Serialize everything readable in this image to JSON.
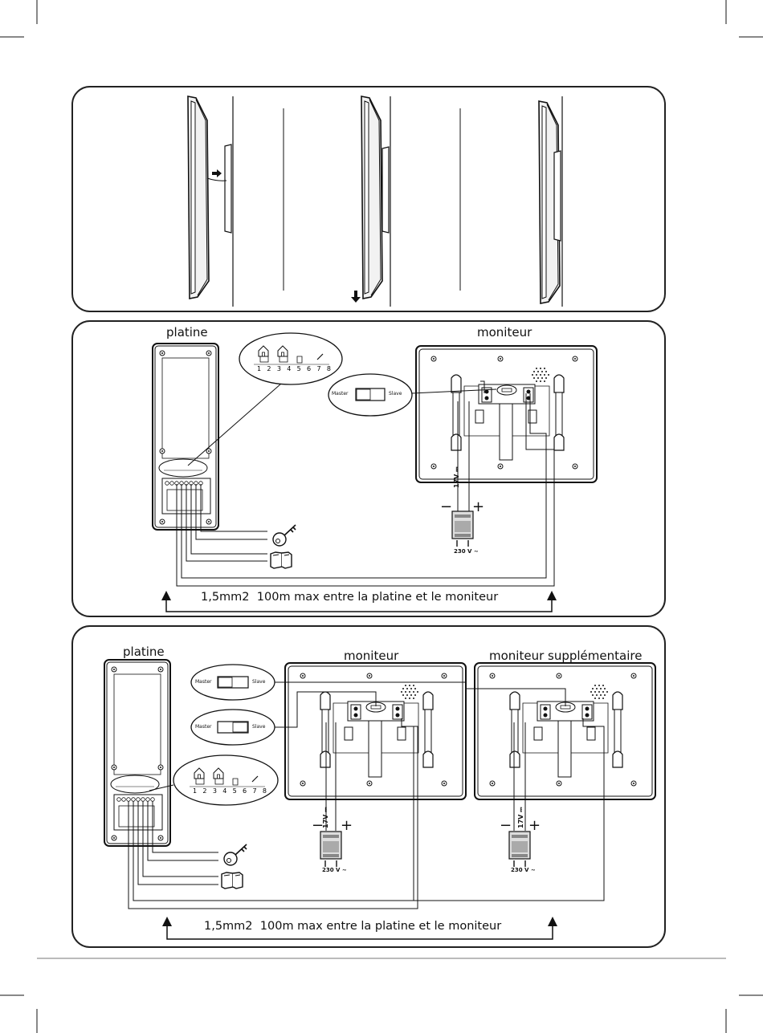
{
  "panel_mount": {},
  "panel_single": {
    "platine_label": "platine",
    "moniteur_label": "moniteur",
    "switch": {
      "master": "Master",
      "slave": "Slave"
    },
    "terminal_numbers": [
      "1",
      "2",
      "3",
      "4",
      "5",
      "6",
      "7",
      "8"
    ],
    "psu": {
      "voltage_dc": "17V",
      "dc_symbol": "⎓",
      "minus": "−",
      "plus": "+",
      "mains": "230 V ~"
    },
    "cable_note_a": "1,5mm2",
    "cable_note_b": "100m max entre la platine et le moniteur"
  },
  "panel_dual": {
    "platine_label": "platine",
    "moniteur_label": "moniteur",
    "moniteur2_label": "moniteur supplémentaire",
    "switch1": {
      "master": "Master",
      "slave": "Slave"
    },
    "switch2": {
      "master": "Master",
      "slave": "Slave"
    },
    "terminal_numbers": [
      "1",
      "2",
      "3",
      "4",
      "5",
      "6",
      "7",
      "8"
    ],
    "psu": {
      "voltage_dc": "17V",
      "dc_symbol": "⎓",
      "minus": "−",
      "plus": "+",
      "mains": "230 V ~"
    },
    "cable_note_a": "1,5mm2",
    "cable_note_b": "100m max entre la platine et le moniteur"
  },
  "icons": [
    "house-icon",
    "key-icon",
    "button-icon",
    "arrow-right-icon",
    "arrow-down-icon",
    "arrow-up-icon"
  ]
}
